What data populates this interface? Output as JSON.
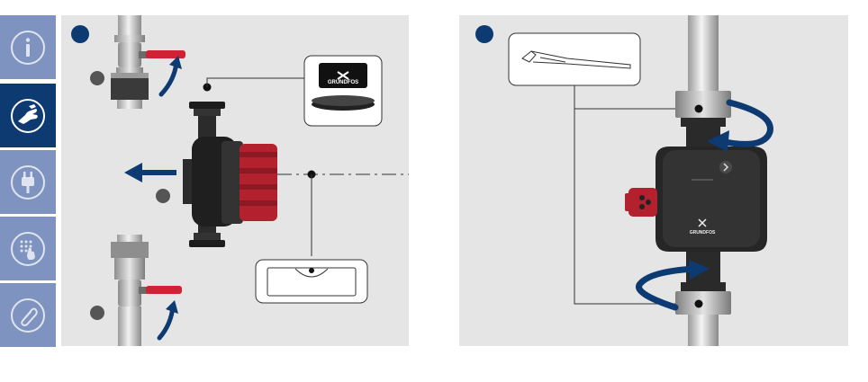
{
  "sidebar": {
    "items": [
      {
        "id": "info",
        "icon": "info-icon",
        "active": false
      },
      {
        "id": "install",
        "icon": "wrench-hand-icon",
        "active": true
      },
      {
        "id": "electrical",
        "icon": "plug-icon",
        "active": false
      },
      {
        "id": "settings",
        "icon": "touch-keypad-icon",
        "active": false
      },
      {
        "id": "attachments",
        "icon": "paperclip-icon",
        "active": false
      }
    ]
  },
  "panel_a": {
    "logo_text": "GRUNDFOS"
  },
  "panel_b": {
    "logo_text": "GRUNDFOS"
  },
  "colors": {
    "sidebar_inactive": "#7f93c0",
    "sidebar_active": "#0d3a71",
    "panel_bg": "#e5e5e6",
    "arrow_blue": "#0d3a71",
    "valve_red": "#cf2234",
    "pump_red": "#b3202e",
    "step_dot": "#555555"
  }
}
